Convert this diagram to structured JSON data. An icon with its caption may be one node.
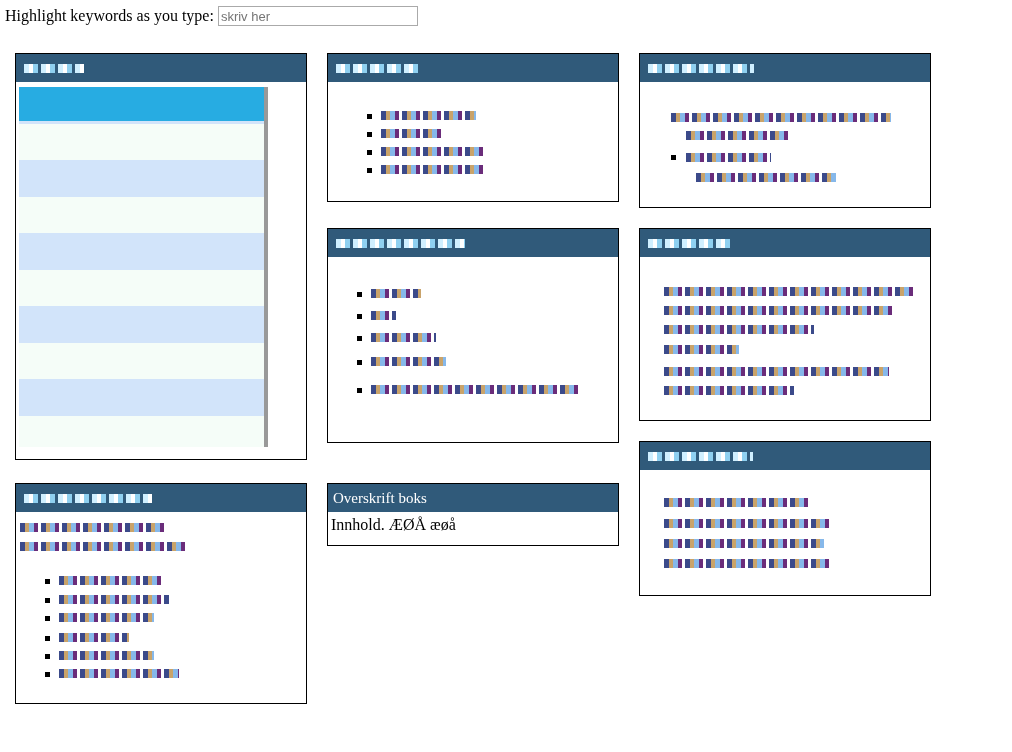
{
  "diagram": {
    "nodes": [
      {
        "text": [],
        "shape": "box"
      },
      {
        "text": [],
        "shape": "box"
      },
      {
        "text": [],
        "shape": "box"
      },
      {
        "text": [],
        "shape": "box"
      },
      {
        "text": [],
        "shape": "box"
      },
      {
        "text": [],
        "shape": "box"
      },
      {
        "text": [],
        "shape": "box"
      },
      {
        "text": [
          "Overskrift boks",
          "Innhold. ÆØÅ æøå"
        ]
      }
    ],
    "labels": [
      "Highlight keywords as you type:",
      "skriv her"
    ]
  }
}
